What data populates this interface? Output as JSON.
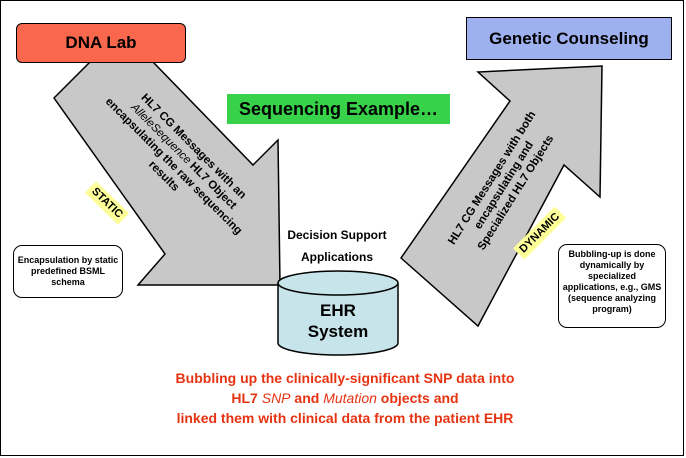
{
  "dna_lab": "DNA Lab",
  "genetic_counseling": "Genetic Counseling",
  "sequencing_title": "Sequencing Example…",
  "left_arrow": {
    "line1_a": "HL7 CG Messages with an",
    "line2_italic": "AlleleSequence",
    "line2_b": " HL7 Object",
    "line3": "encapsulating the raw sequencing",
    "line4": "results"
  },
  "right_arrow": {
    "line1": "HL7 CG Messages with both",
    "line2": "encapsulating and",
    "line3": "Specialized HL7 Objects"
  },
  "static_tag": "STATIC",
  "dynamic_tag": "DYNAMIC",
  "left_callout": "Encapsulation by static predefined BSML schema",
  "right_callout": "Bubbling-up is done dynamically by specialized applications, e.g., GMS (sequence analyzing program)",
  "decision_support": {
    "line1": "Decision Support",
    "line2": "Applications"
  },
  "ehr": {
    "line1": "EHR",
    "line2": "System"
  },
  "bubble_text": {
    "l1": "Bubbling up the clinically-significant SNP data into",
    "l2_a": "HL7 ",
    "l2_snp": "SNP",
    "l2_b": " and ",
    "l2_mut": "Mutation",
    "l2_c": " objects and",
    "l3": "linked them with clinical data from the patient EHR"
  },
  "colors": {
    "dna_lab": "#f9674d",
    "genetic_counseling": "#9eb1ee",
    "title_green": "#38d24a",
    "arrow_gray": "#c8c8c8",
    "cylinder": "#c6e4e9",
    "red_text": "#e63312",
    "tag_yellow": "#ffff99"
  }
}
